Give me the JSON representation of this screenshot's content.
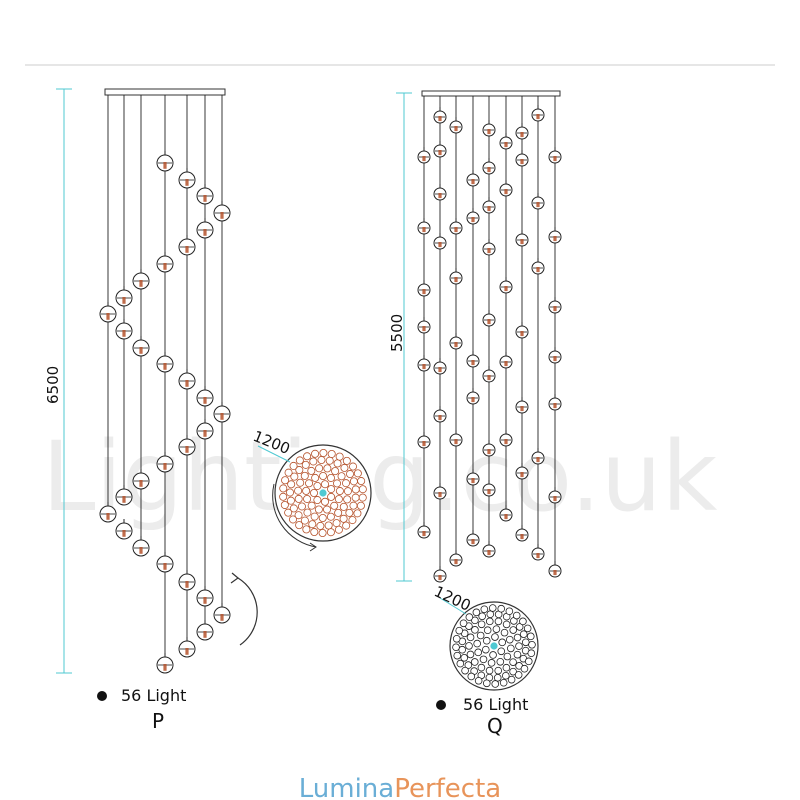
{
  "watermark": "Lighting.co.uk",
  "brand": {
    "part1": "Lumina",
    "part2": "Perfecta",
    "color1": "#6aaed6",
    "color2": "#e8945a"
  },
  "colors": {
    "dimension": "#4fc9d2",
    "line": "#222222",
    "glow": "#b5522b"
  },
  "product_p": {
    "height_label": "6500",
    "diameter_label": "1200",
    "light_count": "56 Light",
    "code": "P"
  },
  "product_q": {
    "height_label": "5500",
    "diameter_label": "1200",
    "light_count": "56 Light",
    "code": "Q"
  }
}
